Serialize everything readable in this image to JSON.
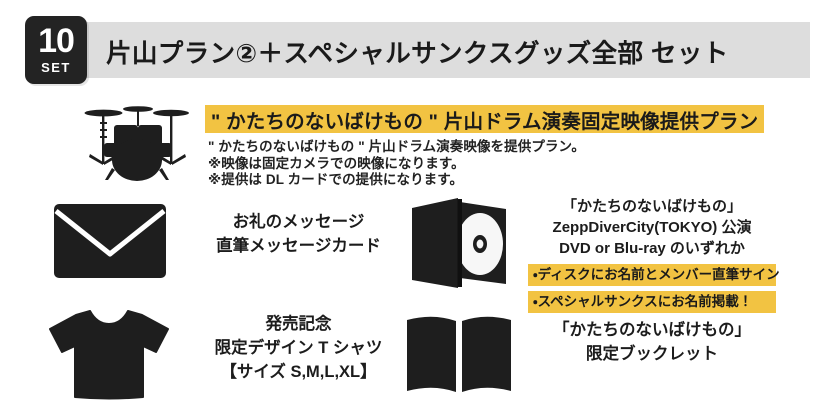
{
  "header": {
    "badge_number": "10",
    "badge_label": "SET",
    "title": "片山プラン②＋スペシャルサンクスグッズ全部 セット"
  },
  "plan": {
    "icon": "drum-kit-icon",
    "highlight_title": "\" かたちのないばけもの \" 片山ドラム演奏固定映像提供プラン",
    "description_lines": [
      "\" かたちのないばけもの \" 片山ドラム演奏映像を提供プラン。",
      "※映像は固定カメラでの映像になります。",
      "※提供は DL カードでの提供になります。"
    ]
  },
  "items": {
    "message_card": {
      "icon": "envelope-icon",
      "line1": "お礼のメッセージ",
      "line2": "直筆メッセージカード"
    },
    "tshirt": {
      "icon": "tshirt-icon",
      "line1": "発売記念",
      "line2": "限定デザイン T シャツ",
      "line3": "【サイズ S,M,L,XL】"
    },
    "dvd": {
      "icon": "dvd-case-icon",
      "line1": "「かたちのないばけもの」",
      "line2": "ZeppDiverCity(TOKYO) 公演",
      "line3": "DVD or Blu-ray のいずれか",
      "bullets": [
        "・ディスクにお名前とメンバー直筆サイン",
        "・スペシャルサンクスにお名前掲載！"
      ]
    },
    "booklet": {
      "icon": "open-book-icon",
      "line1": "「かたちのないばけもの」",
      "line2": "限定ブックレット"
    }
  },
  "colors": {
    "accent_yellow": "#f2c342",
    "header_band_gray": "#dddddd",
    "badge_black": "#232323",
    "text_black": "#1c1c1c",
    "page_background": "#ffffff"
  }
}
